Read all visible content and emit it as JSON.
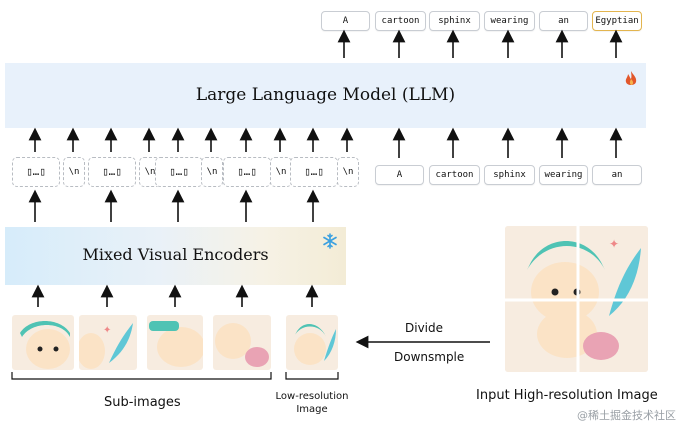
{
  "output_tokens": [
    "A",
    "cartoon",
    "sphinx",
    "wearing",
    "an",
    "Egyptian"
  ],
  "input_tokens": [
    "A",
    "cartoon",
    "sphinx",
    "wearing",
    "an"
  ],
  "llm_title": "Large Language Model (LLM)",
  "encoder_title": "Mixed Visual Encoders",
  "visual_token_text": "▯…▯",
  "newline_token": "\\n",
  "divide_label": "Divide",
  "downsample_label": "Downsmple",
  "sub_images_label": "Sub-images",
  "low_res_label_line1": "Low-resolution",
  "low_res_label_line2": "Image",
  "input_image_label": "Input High-resolution Image",
  "watermark": "@稀土掘金技术社区",
  "icons": {
    "llm": "fire-icon",
    "encoder": "snowflake-icon"
  },
  "colors": {
    "llm_bg": "#e8f1fb",
    "highlight_token": "#e3b54f",
    "fire": "#e2572b",
    "snowflake": "#3aa0e0"
  }
}
